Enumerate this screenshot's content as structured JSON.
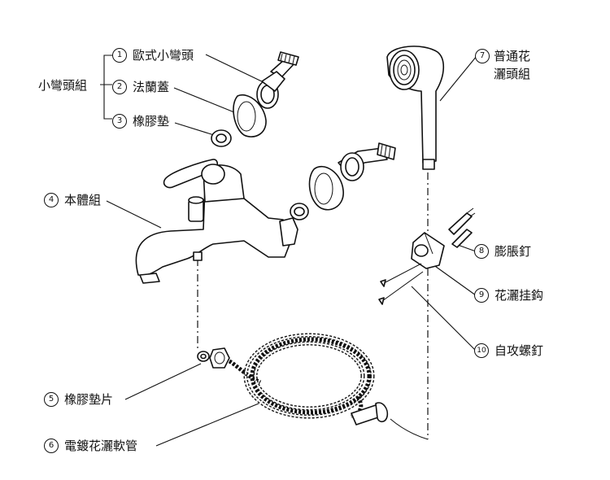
{
  "group": {
    "label": "小彎頭組"
  },
  "parts": [
    {
      "number": "1",
      "label": "歐式小彎頭"
    },
    {
      "number": "2",
      "label": "法蘭蓋"
    },
    {
      "number": "3",
      "label": "橡膠墊"
    },
    {
      "number": "4",
      "label": "本體組"
    },
    {
      "number": "5",
      "label": "橡膠墊片"
    },
    {
      "number": "6",
      "label": "電鍍花灑軟管"
    },
    {
      "number": "7",
      "label_line1": "普通花",
      "label_line2": "灑頭組"
    },
    {
      "number": "8",
      "label": "膨脹釘"
    },
    {
      "number": "9",
      "label": "花灑挂鈎"
    },
    {
      "number": "10",
      "label": "自攻螺釘"
    }
  ],
  "icons": [
    "elbow",
    "flange-cover",
    "rubber-washer",
    "faucet-body",
    "flat-washer",
    "shower-hose",
    "shower-head",
    "expansion-plug",
    "hook-bracket",
    "self-tapping-screw"
  ]
}
